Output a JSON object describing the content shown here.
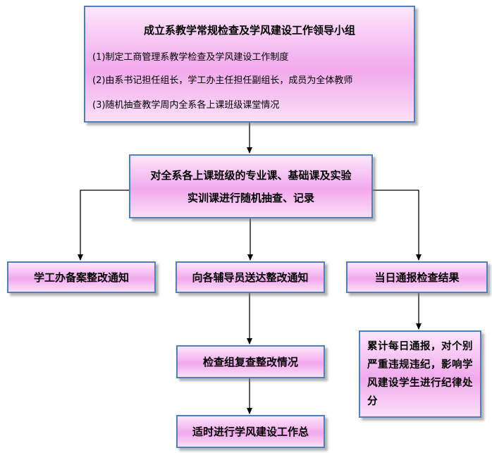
{
  "diagram": {
    "top_box": {
      "title": "成立系教学常规检查及学风建设工作领导小组",
      "items": [
        "(1)制定工商管理系教学检查及学风建设工作制度",
        "(2)由系书记担任组长，学工办主任担任副组长，成员为全体教师",
        "(3)随机抽查教学周内全系各上课班级课堂情况"
      ]
    },
    "middle_box": {
      "line1": "对全系各上课班级的专业课、基础课及实验",
      "line2": "实训课进行随机抽查、记录"
    },
    "left_box": "学工办备案整改通知",
    "center_box": "向各辅导员送达整改通知",
    "right_box": "当日通报检查结果",
    "review_box": "检查组复查整改情况",
    "summary_box": "适时进行学风建设工作总",
    "discipline_box": "累计每日通报，对个别严重违规违纪，影响学风建设学生进行纪律处分"
  }
}
